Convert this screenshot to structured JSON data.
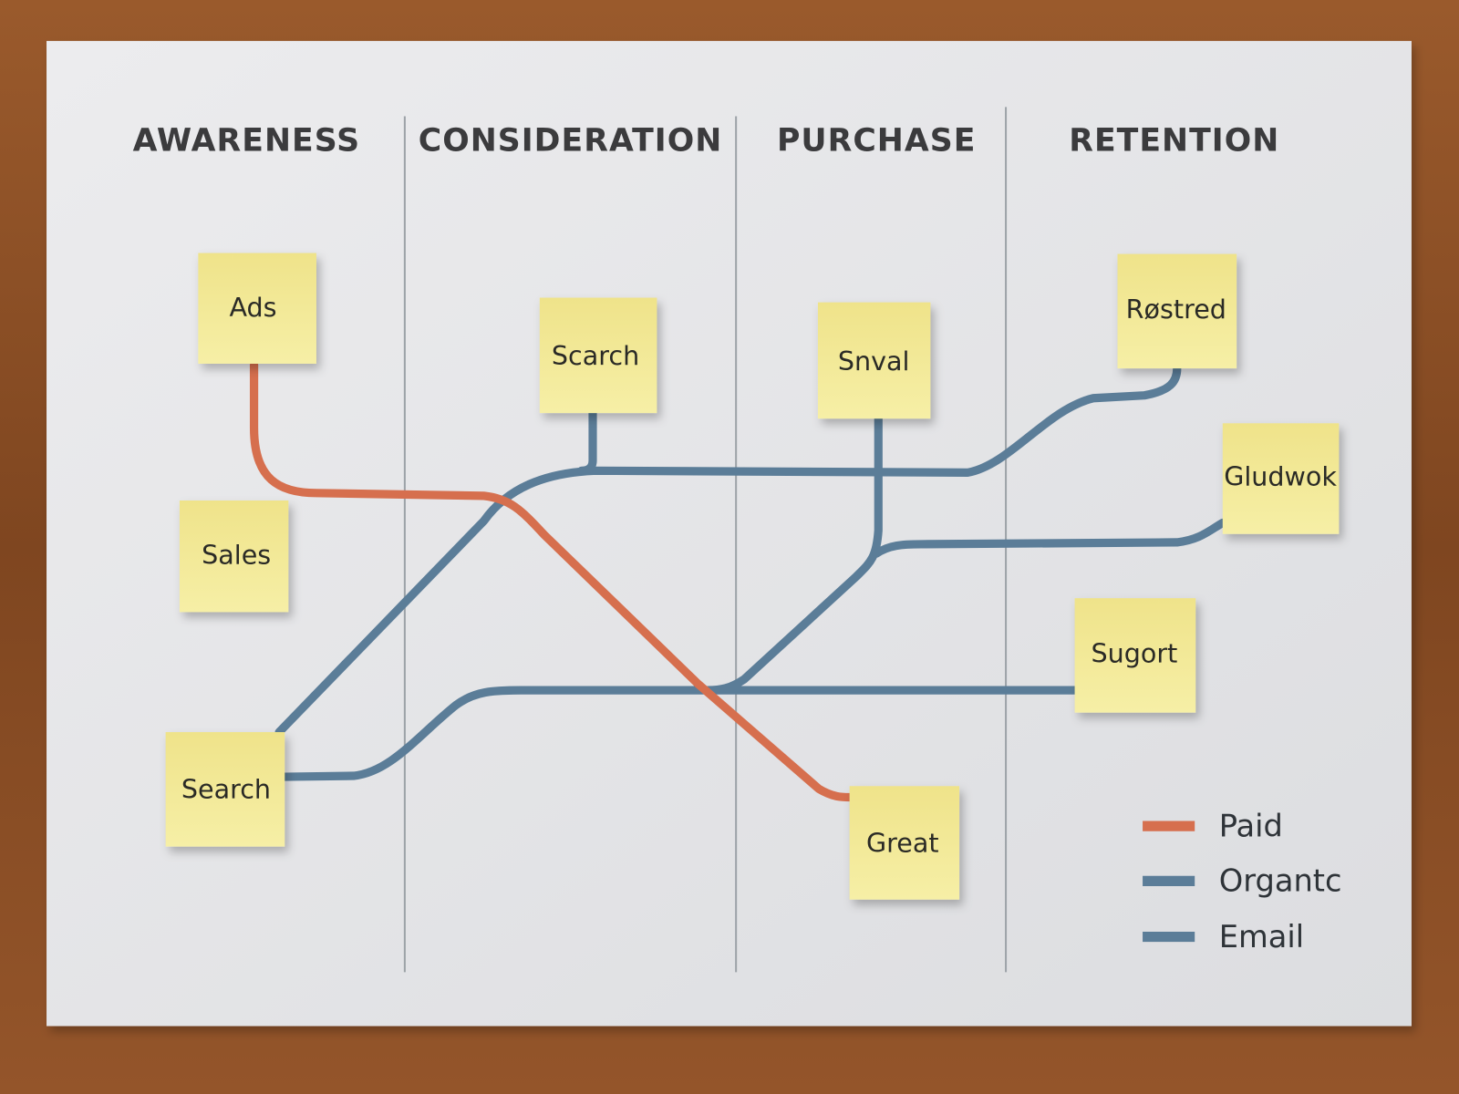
{
  "stages": [
    "AWARENESS",
    "CONSIDERATION",
    "PURCHASE",
    "RETENTION"
  ],
  "notes": {
    "ads": "Ads",
    "sales": "Sales",
    "search_left": "Search",
    "search_consideration": "Scarch",
    "snval": "Snval",
    "great": "Great",
    "rastred": "Røstred",
    "gludwok": "Gludwok",
    "support": "Sugort"
  },
  "legend": [
    {
      "label": "Paid",
      "color": "#d66f4e"
    },
    {
      "label": "Organtc",
      "color": "#5b7d98"
    },
    {
      "label": "Email",
      "color": "#5b7d98"
    }
  ],
  "colors": {
    "paid": "#d66f4e",
    "organic": "#5b7d98",
    "note": "#f3eb98",
    "paper": "#e4e4e7",
    "wood": "#8a4f27"
  }
}
